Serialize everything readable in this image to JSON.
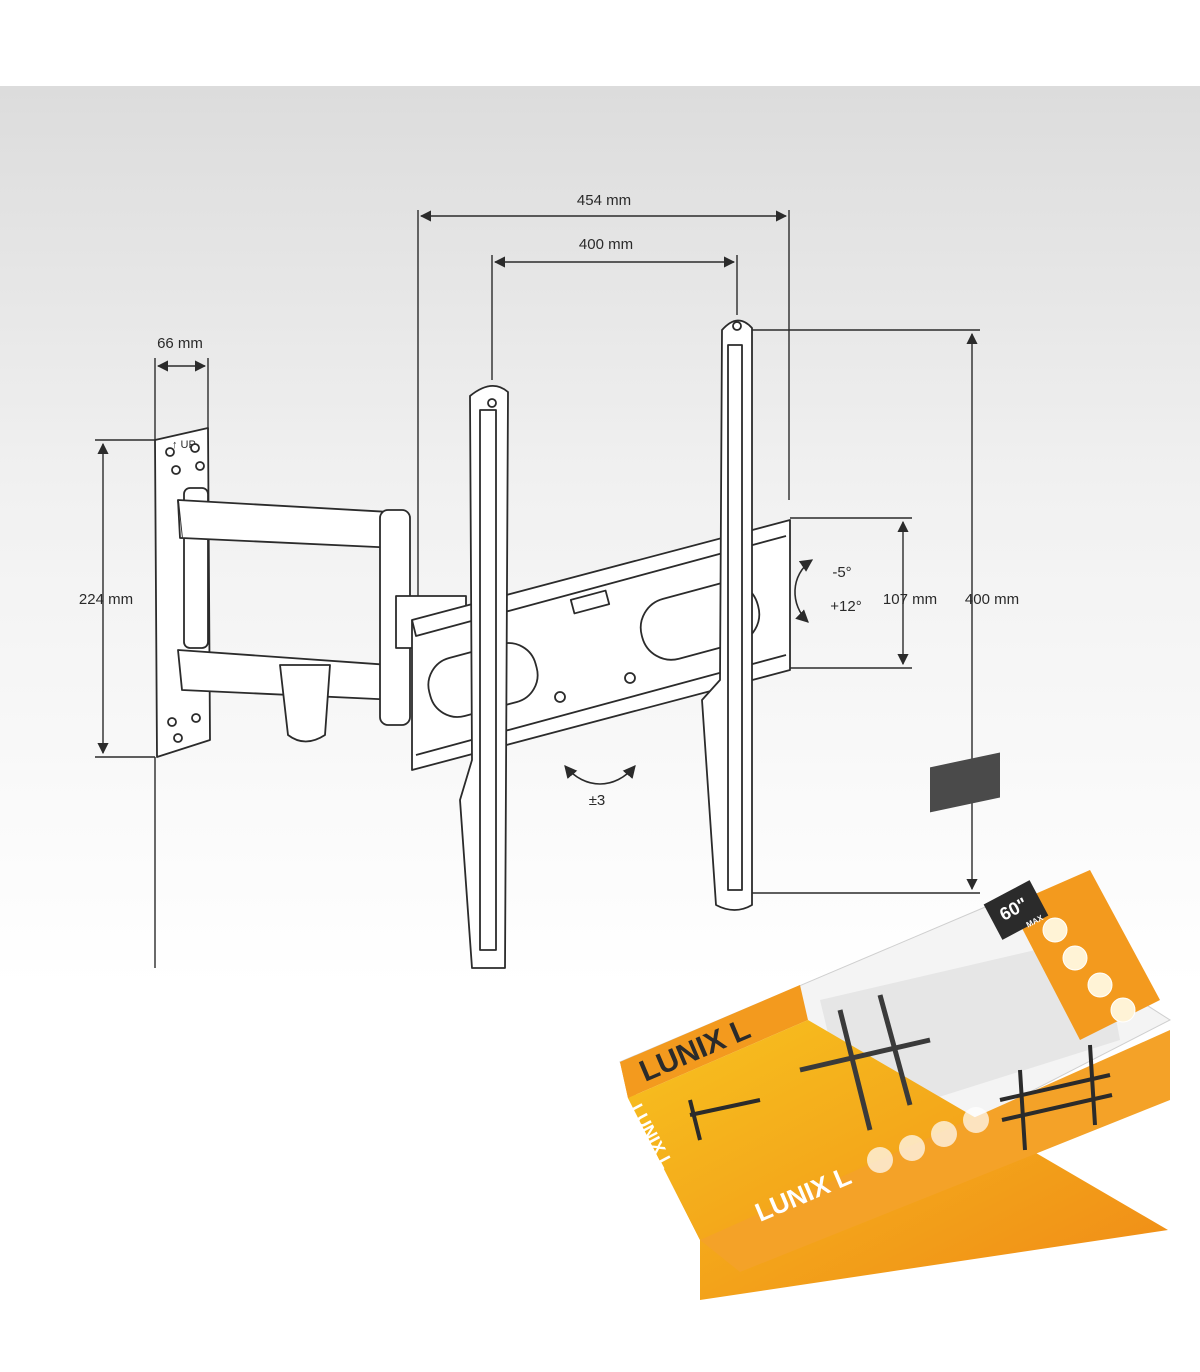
{
  "dimensions": {
    "overall_width": "454 mm",
    "vesa_width": "400 mm",
    "wall_plate_width": "66 mm",
    "wall_plate_height": "224 mm",
    "inner_height": "107 mm",
    "vesa_height": "400 mm",
    "tilt_up": "-5°",
    "tilt_down": "+12°",
    "swivel": "±3"
  },
  "product_box": {
    "brand_top": "LUNIX L",
    "brand_side": "LUNIX L",
    "brand_front": "LUNIX L",
    "max_size": "60\"",
    "max_label": "MAX"
  },
  "colors": {
    "box_orange": "#f39a1e",
    "box_yellow": "#f7c21f",
    "line": "#2b2b2b",
    "gray_band": "#e2e2e2"
  }
}
